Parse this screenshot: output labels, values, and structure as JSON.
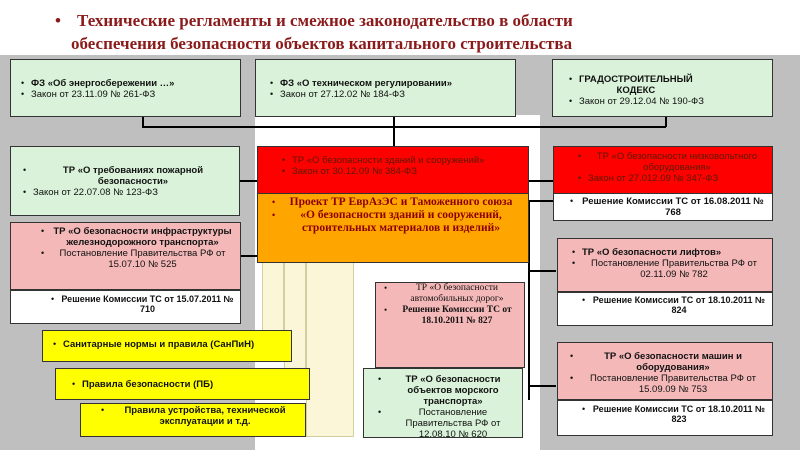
{
  "title": {
    "bullet": "•",
    "line1": "Технические регламенты и смежное законодательство в области",
    "line2": "обеспечения безопасности объектов капитального строительства"
  },
  "boxes": {
    "energy": {
      "name": "ФЗ «Об энергосбережении …»",
      "law": "Закон от  23.11.09 № 261-ФЗ"
    },
    "techreg": {
      "name": "ФЗ «О техническом регулировании»",
      "law": "Закон от  27.12.02 № 184-ФЗ"
    },
    "gradostr": {
      "name1": "ГРАДОСТРОИТЕЛЬНЫЙ",
      "name2": "КОДЕКС",
      "law": "Закон от  29.12.04 № 190-ФЗ"
    },
    "fire": {
      "name": "ТР «О требованиях пожарной безопасности»",
      "law": "Закон от  22.07.08 № 123-ФЗ"
    },
    "buildings": {
      "name": "ТР «О безопасности зданий и сооружений»",
      "law": "Закон от  30.12.09 № 384-ФЗ"
    },
    "lowvolt": {
      "name": "ТР «О безопасности низковольтного оборудования»",
      "law": "Закон от  27.012.09 № 347-ФЗ",
      "decision": "Решение Комиссии ТС от 16.08.2011 № 768"
    },
    "eurasec": {
      "line1": "Проект ТР ЕврАзЭС и Таможенного союза",
      "line2": "«О безопасности зданий и сооружений, строительных материалов и изделий»"
    },
    "railway": {
      "name": "ТР «О безопасности инфраструктуры железнодорожного транспорта»",
      "gov": "Постановление Правительства РФ от  15.07.10 № 525",
      "decision": "Решение Комиссии ТС от 15.07.2011 № 710"
    },
    "lifts": {
      "name": "ТР «О безопасности лифтов»",
      "gov": "Постановление Правительства РФ от  02.11.09 № 782",
      "decision": "Решение Комиссии ТС от 18.10.2011 № 824"
    },
    "roads": {
      "name": "ТР «О безопасности автомобильных дорог»",
      "decision": "Решение Комиссии ТС от 18.10.2011 № 827"
    },
    "sanpin": {
      "text": "Санитарные нормы и правила (СанПиН)"
    },
    "pb": {
      "text": "Правила  безопасности (ПБ)"
    },
    "rules": {
      "text": "Правила устройства, технической эксплуатации и т.д."
    },
    "sea": {
      "name": "ТР «О безопасности объектов морского транспорта»",
      "gov": "Постановление Правительства РФ от 12.08.10 № 620"
    },
    "machines": {
      "name": "ТР «О безопасности машин и оборудования»",
      "gov": "Постановление Правительства РФ от  15.09.09 № 753",
      "decision": "Решение Комиссии ТС от 18.10.2011 № 823"
    }
  },
  "colors": {
    "title": "#8b1a1a",
    "green": "#d9f2d9",
    "pink": "#f4b8b8",
    "red": "#ff0000",
    "orange": "#ffa500",
    "yellow": "#ffff00"
  }
}
